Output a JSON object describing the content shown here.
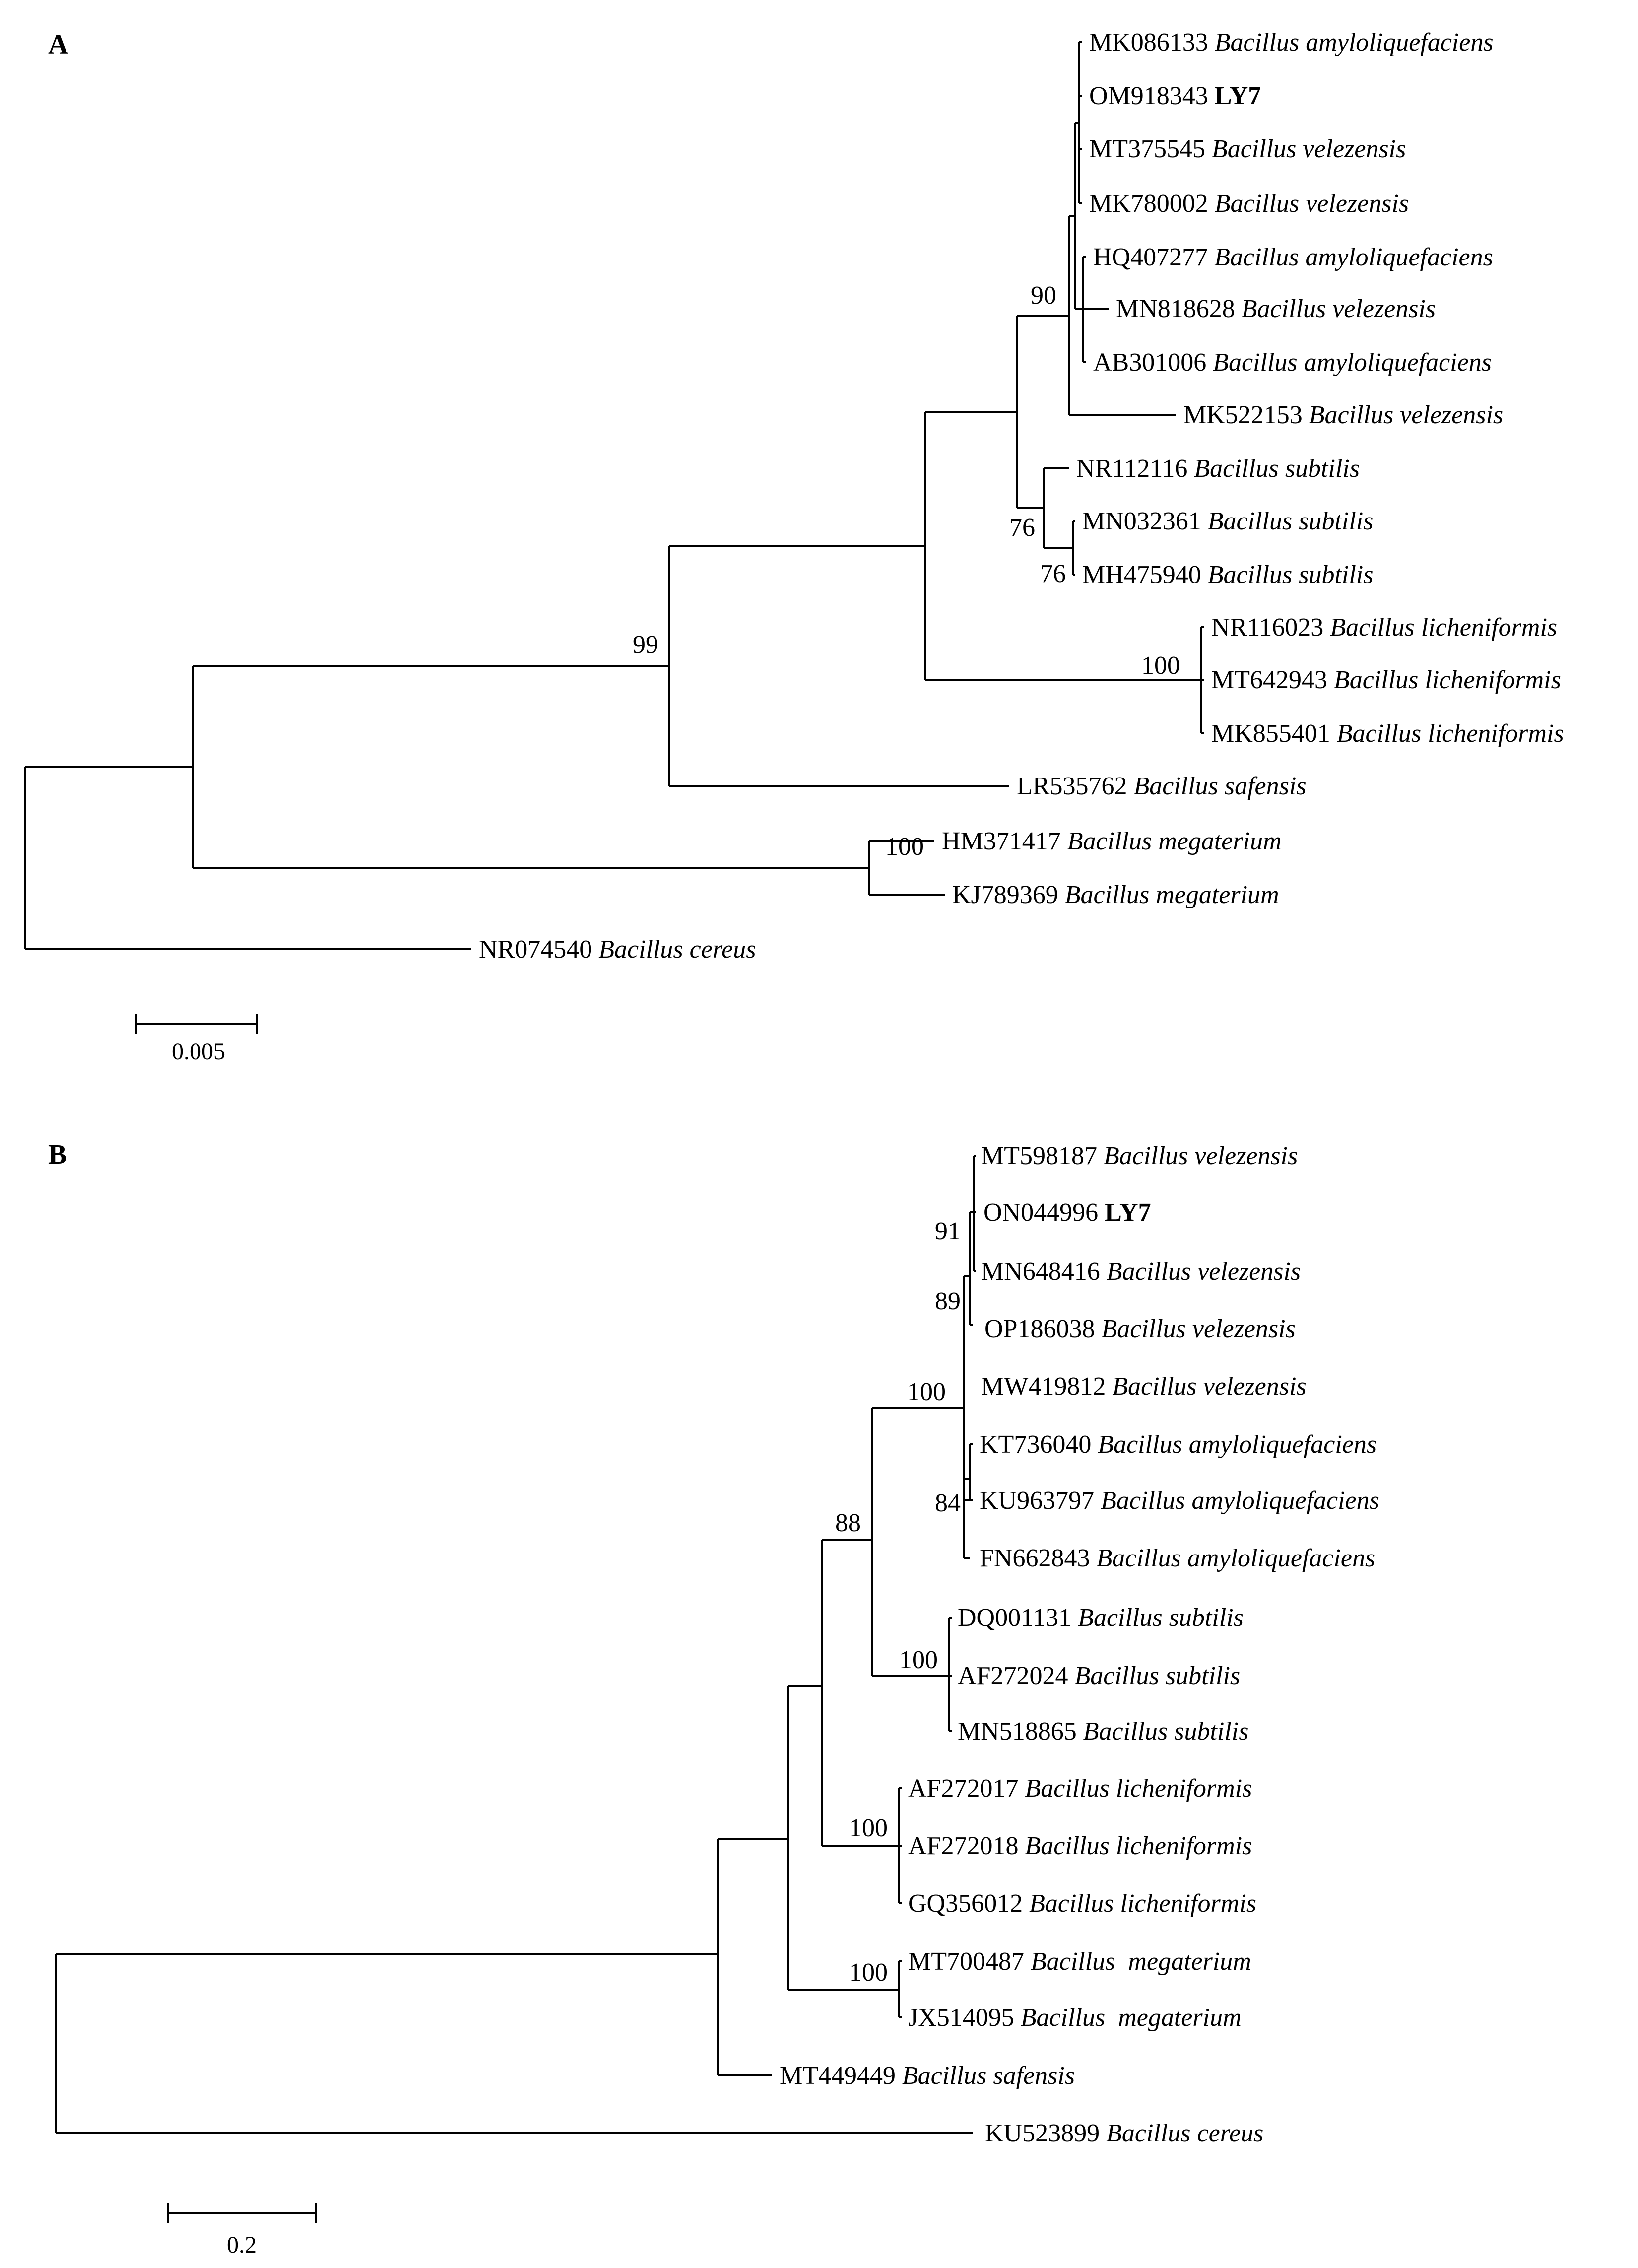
{
  "panels": [
    {
      "letter": "A",
      "scale_label": "0.005",
      "bootstrap": [
        "90",
        "76",
        "76",
        "99",
        "100",
        "100"
      ],
      "taxa": [
        {
          "acc": "MK086133",
          "name": "Bacillus amyloliquefaciens",
          "bold": false
        },
        {
          "acc": "OM918343",
          "name": "LY7",
          "bold": true
        },
        {
          "acc": "MT375545",
          "name": "Bacillus velezensis",
          "bold": false
        },
        {
          "acc": "MK780002",
          "name": "Bacillus velezensis",
          "bold": false
        },
        {
          "acc": "HQ407277",
          "name": "Bacillus amyloliquefaciens",
          "bold": false
        },
        {
          "acc": "MN818628",
          "name": "Bacillus velezensis",
          "bold": false
        },
        {
          "acc": "AB301006",
          "name": "Bacillus amyloliquefaciens",
          "bold": false
        },
        {
          "acc": "MK522153",
          "name": "Bacillus velezensis",
          "bold": false
        },
        {
          "acc": "NR112116",
          "name": "Bacillus subtilis",
          "bold": false
        },
        {
          "acc": "MN032361",
          "name": "Bacillus subtilis",
          "bold": false
        },
        {
          "acc": "MH475940",
          "name": "Bacillus subtilis",
          "bold": false
        },
        {
          "acc": "NR116023",
          "name": "Bacillus licheniformis",
          "bold": false
        },
        {
          "acc": "MT642943",
          "name": "Bacillus licheniformis",
          "bold": false
        },
        {
          "acc": "MK855401",
          "name": "Bacillus licheniformis",
          "bold": false
        },
        {
          "acc": "LR535762",
          "name": "Bacillus safensis",
          "bold": false
        },
        {
          "acc": "HM371417",
          "name": "Bacillus megaterium",
          "bold": false
        },
        {
          "acc": "KJ789369",
          "name": "Bacillus megaterium",
          "bold": false
        },
        {
          "acc": "NR074540",
          "name": "Bacillus cereus",
          "bold": false
        }
      ]
    },
    {
      "letter": "B",
      "scale_label": "0.2",
      "bootstrap": [
        "91",
        "89",
        "100",
        "84",
        "88",
        "100",
        "100",
        "100"
      ],
      "taxa": [
        {
          "acc": "MT598187",
          "name": "Bacillus velezensis",
          "bold": false
        },
        {
          "acc": "ON044996",
          "name": "LY7",
          "bold": true
        },
        {
          "acc": "MN648416",
          "name": "Bacillus velezensis",
          "bold": false
        },
        {
          "acc": "OP186038",
          "name": "Bacillus velezensis",
          "bold": false
        },
        {
          "acc": "MW419812",
          "name": "Bacillus velezensis",
          "bold": false
        },
        {
          "acc": "KT736040",
          "name": "Bacillus amyloliquefaciens",
          "bold": false
        },
        {
          "acc": "KU963797",
          "name": "Bacillus amyloliquefaciens",
          "bold": false
        },
        {
          "acc": "FN662843",
          "name": "Bacillus amyloliquefaciens",
          "bold": false
        },
        {
          "acc": "DQ001131",
          "name": "Bacillus subtilis",
          "bold": false
        },
        {
          "acc": "AF272024",
          "name": "Bacillus subtilis",
          "bold": false
        },
        {
          "acc": "MN518865",
          "name": "Bacillus subtilis",
          "bold": false
        },
        {
          "acc": "AF272017",
          "name": "Bacillus licheniformis",
          "bold": false
        },
        {
          "acc": "AF272018",
          "name": "Bacillus licheniformis",
          "bold": false
        },
        {
          "acc": "GQ356012",
          "name": "Bacillus licheniformis",
          "bold": false
        },
        {
          "acc": "MT700487",
          "name": "Bacillus  megaterium",
          "bold": false
        },
        {
          "acc": "JX514095",
          "name": "Bacillus  megaterium",
          "bold": false
        },
        {
          "acc": "MT449449",
          "name": "Bacillus safensis",
          "bold": false
        },
        {
          "acc": "KU523899",
          "name": "Bacillus cereus",
          "bold": false
        }
      ]
    }
  ]
}
